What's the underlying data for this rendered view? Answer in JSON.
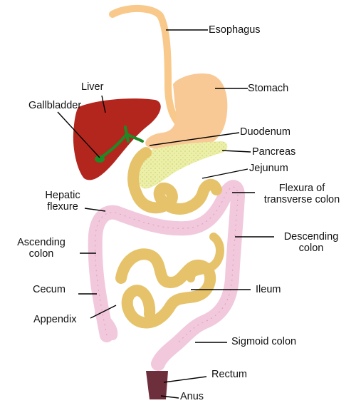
{
  "colors": {
    "esophagus": "#f8c98a",
    "stomach": "#f9c995",
    "liver": "#b3261e",
    "gallbladder": "#1e8a25",
    "pancreas": "#ecefa8",
    "small_intestine": "#e6c36a",
    "colon": "#f1c8dc",
    "rectum": "#6e2f3c",
    "leader_line": "#000000"
  },
  "labels": {
    "esophagus": "Esophagus",
    "stomach": "Stomach",
    "liver": "Liver",
    "gallbladder": "Gallbladder",
    "duodenum": "Duodenum",
    "pancreas": "Pancreas",
    "jejunum": "Jejunum",
    "hepatic_flexure_1": "Hepatic",
    "hepatic_flexure_2": "flexure",
    "flexura_1": "Flexura of",
    "flexura_2": "transverse colon",
    "ascending_1": "Ascending",
    "ascending_2": "colon",
    "descending_1": "Descending",
    "descending_2": "colon",
    "cecum": "Cecum",
    "ileum": "Ileum",
    "appendix": "Appendix",
    "sigmoid": "Sigmoid colon",
    "rectum": "Rectum",
    "anus": "Anus"
  }
}
